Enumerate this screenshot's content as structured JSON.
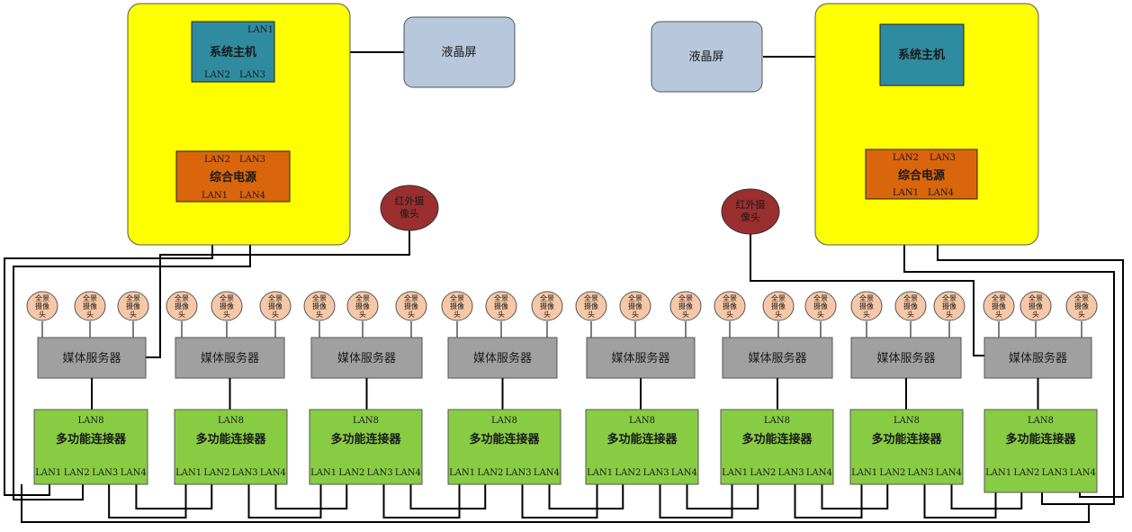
{
  "labels": {
    "host": "系统主机",
    "lcd": "液晶屏",
    "power": "综合电源",
    "ir_camera_line1": "红外摄",
    "ir_camera_line2": "像头",
    "pano_line1": "全景",
    "pano_line2": "摄像",
    "pano_line2b": "头",
    "media_server": "媒体服务器",
    "connector": "多功能连接器",
    "lan1": "LAN1",
    "lan2": "LAN2",
    "lan3": "LAN3",
    "lan4": "LAN4",
    "lan8": "LAN8"
  },
  "colors": {
    "zone": "#ffff00",
    "host": "#2f8ca0",
    "lcd": "#b7c7dc",
    "power": "#d9660d",
    "ir_camera": "#9b2f2f",
    "pano_camera": "#f6c8a8",
    "media_server": "#a0a0a0",
    "connector": "#88cc44",
    "wire": "#000000"
  },
  "unit_count": 8
}
